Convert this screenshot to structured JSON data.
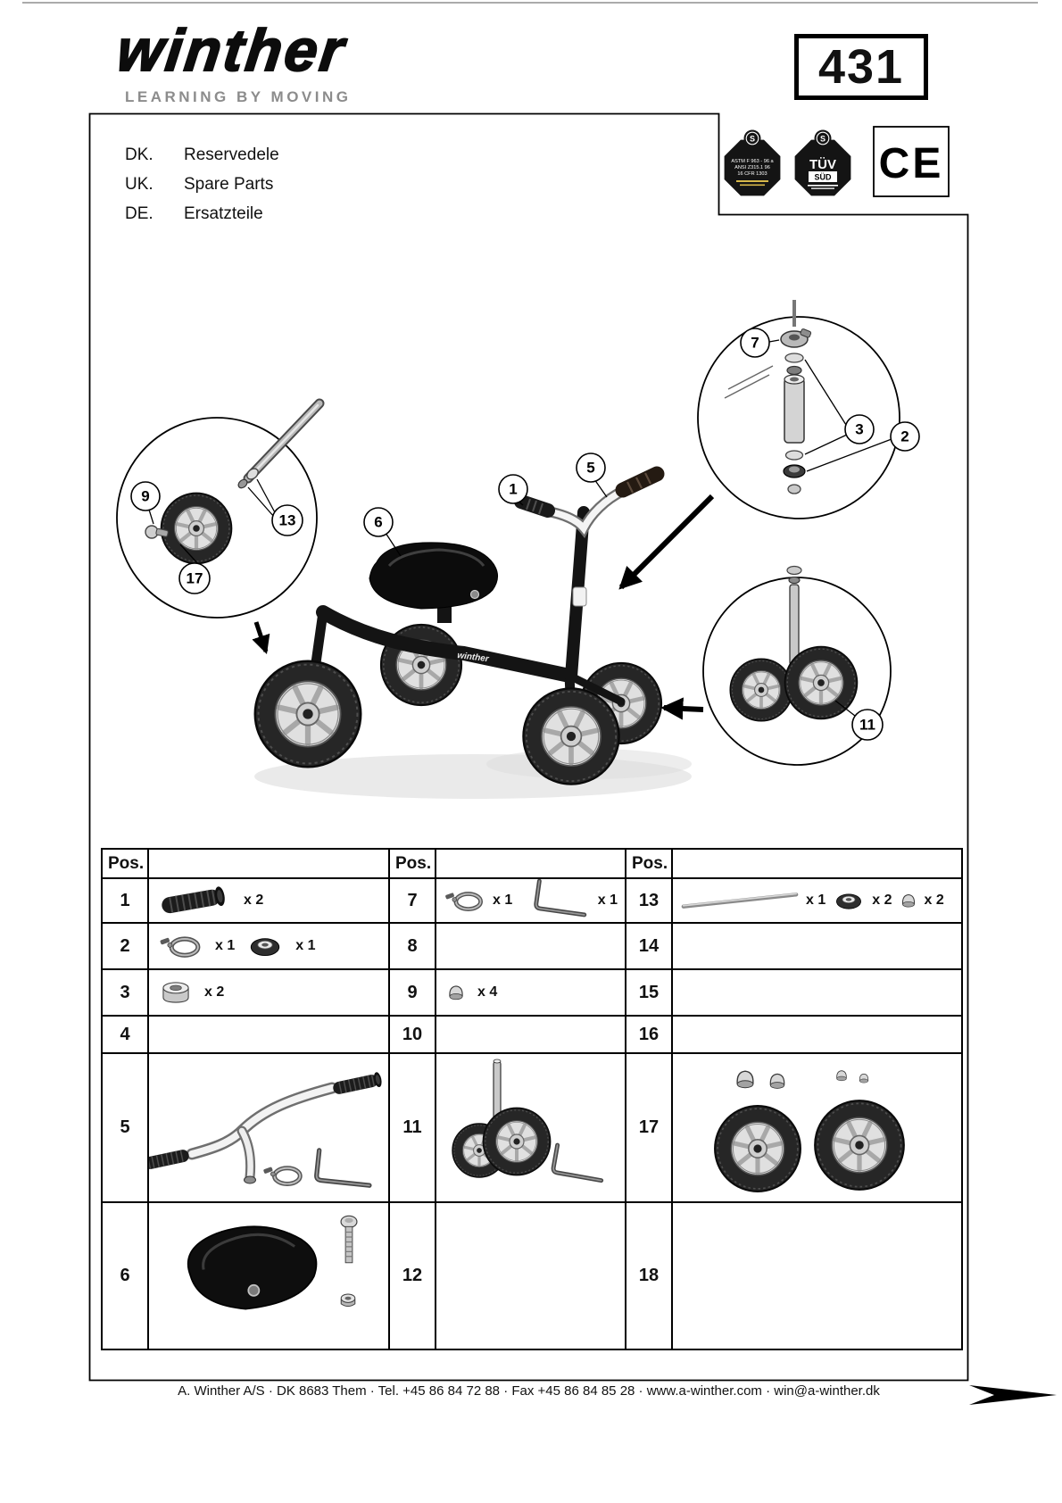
{
  "header": {
    "logo": "winther",
    "tagline": "LEARNING BY MOVING",
    "page_number": "431"
  },
  "languages": [
    {
      "code": "DK.",
      "label": "Reservedele"
    },
    {
      "code": "UK.",
      "label": "Spare Parts"
    },
    {
      "code": "DE.",
      "label": "Ersatzteile"
    }
  ],
  "badges": {
    "astm": {
      "s_mark": "S",
      "line1": "ASTM F 963 - 96 a",
      "line2": "ANSI Z315.1 96",
      "line3": "16 CFR 1303"
    },
    "tuv": {
      "s_mark": "S",
      "label": "TÜV",
      "sub": "SÜD"
    },
    "ce": {
      "label": "CE"
    }
  },
  "diagram": {
    "frame_label": "winther",
    "callouts": {
      "c1": "1",
      "c2": "2",
      "c3": "3",
      "c5": "5",
      "c6": "6",
      "c7": "7",
      "c9": "9",
      "c11": "11",
      "c13": "13",
      "c17": "17"
    }
  },
  "table": {
    "pos_header": "Pos.",
    "pos": {
      "p1": "1",
      "p2": "2",
      "p3": "3",
      "p4": "4",
      "p5": "5",
      "p6": "6",
      "p7": "7",
      "p8": "8",
      "p9": "9",
      "p10": "10",
      "p11": "11",
      "p12": "12",
      "p13": "13",
      "p14": "14",
      "p15": "15",
      "p16": "16",
      "p17": "17",
      "p18": "18"
    },
    "qty": {
      "r1_grip": "x 2",
      "r2_clamp": "x 1",
      "r2_ring": "x 1",
      "r3_bushing": "x 2",
      "r7_clamp": "x 1",
      "r7_key": "x 1",
      "r9_cap": "x 4",
      "r13_rod": "x 1",
      "r13_ring": "x 2",
      "r13_cap": "x 2"
    }
  },
  "footer": {
    "text": "A. Winther A/S · DK 8683 Them · Tel. +45 86 84 72 88 · Fax +45 86 84 85 28 · www.a-winther.com · win@a-winther.dk"
  }
}
